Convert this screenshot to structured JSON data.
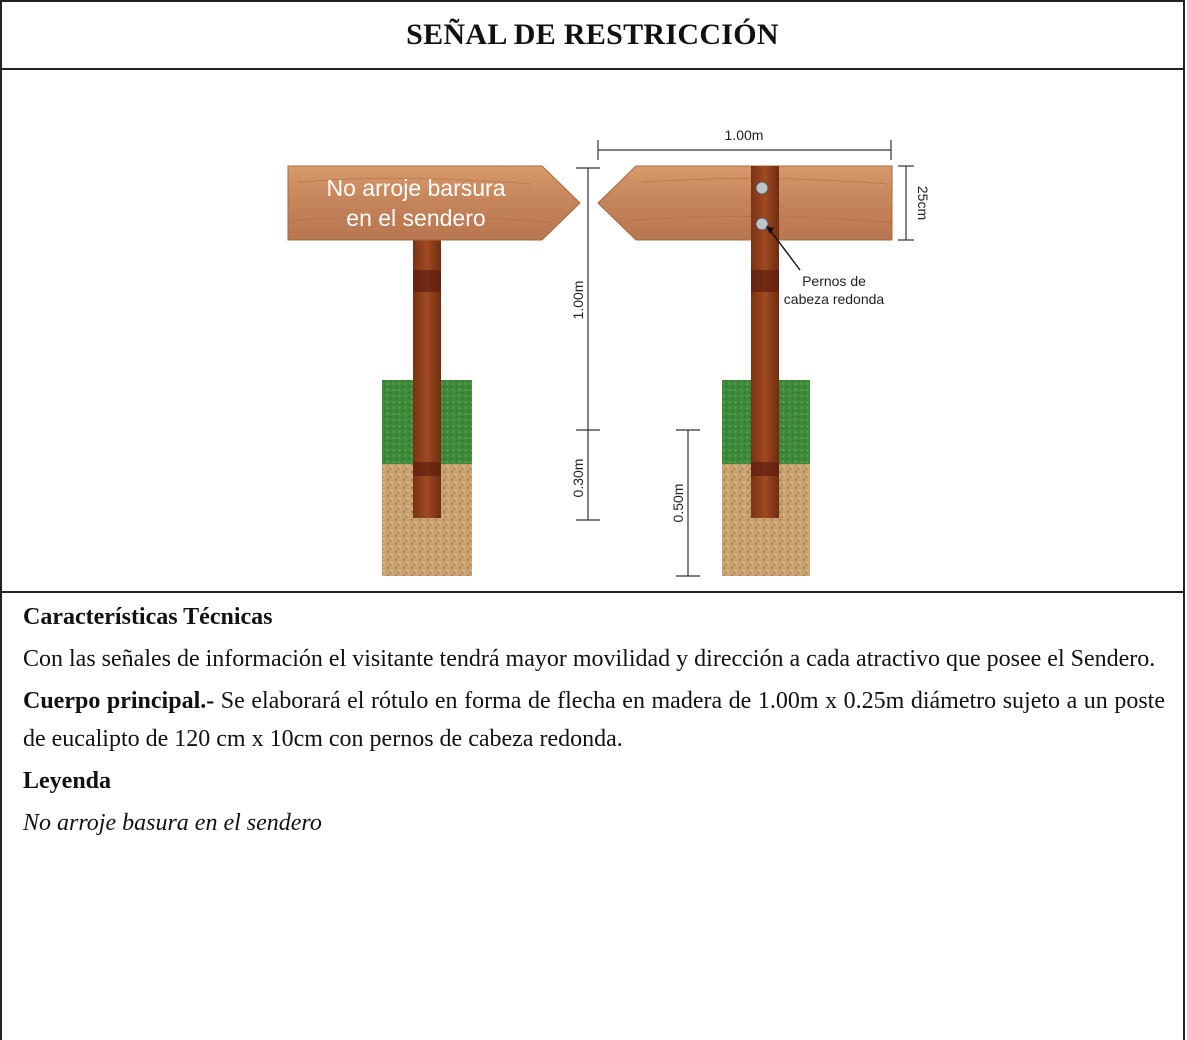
{
  "title": "SEÑAL DE RESTRICCIÓN",
  "figure": {
    "sign_text_line1": "No  arroje barsura",
    "sign_text_line2": "en el sendero",
    "dim_width": "1.00m",
    "dim_board_height": "25cm",
    "dim_post_above": "1.00m",
    "dim_post_buried": "0.30m",
    "dim_hole_depth": "0.50m",
    "callout_line1": "Pernos de",
    "callout_line2": "cabeza redonda"
  },
  "sections": {
    "tech_heading": "Características Técnicas",
    "tech_text": "Con las señales de información el visitante tendrá mayor movilidad y dirección a cada atractivo que posee el Sendero.",
    "body_label": "Cuerpo principal.-",
    "body_text": " Se elaborará el rótulo en forma de flecha en madera de 1.00m x 0.25m diámetro sujeto a un poste de eucalipto de 120 cm x 10cm con pernos de cabeza redonda.",
    "legend_heading": "Leyenda",
    "legend_text": "No arroje basura en el sendero"
  },
  "colors": {
    "wood": "#c98a5e",
    "post": "#8a3a18",
    "grass": "#3f8a3a",
    "soil": "#c9a470"
  }
}
